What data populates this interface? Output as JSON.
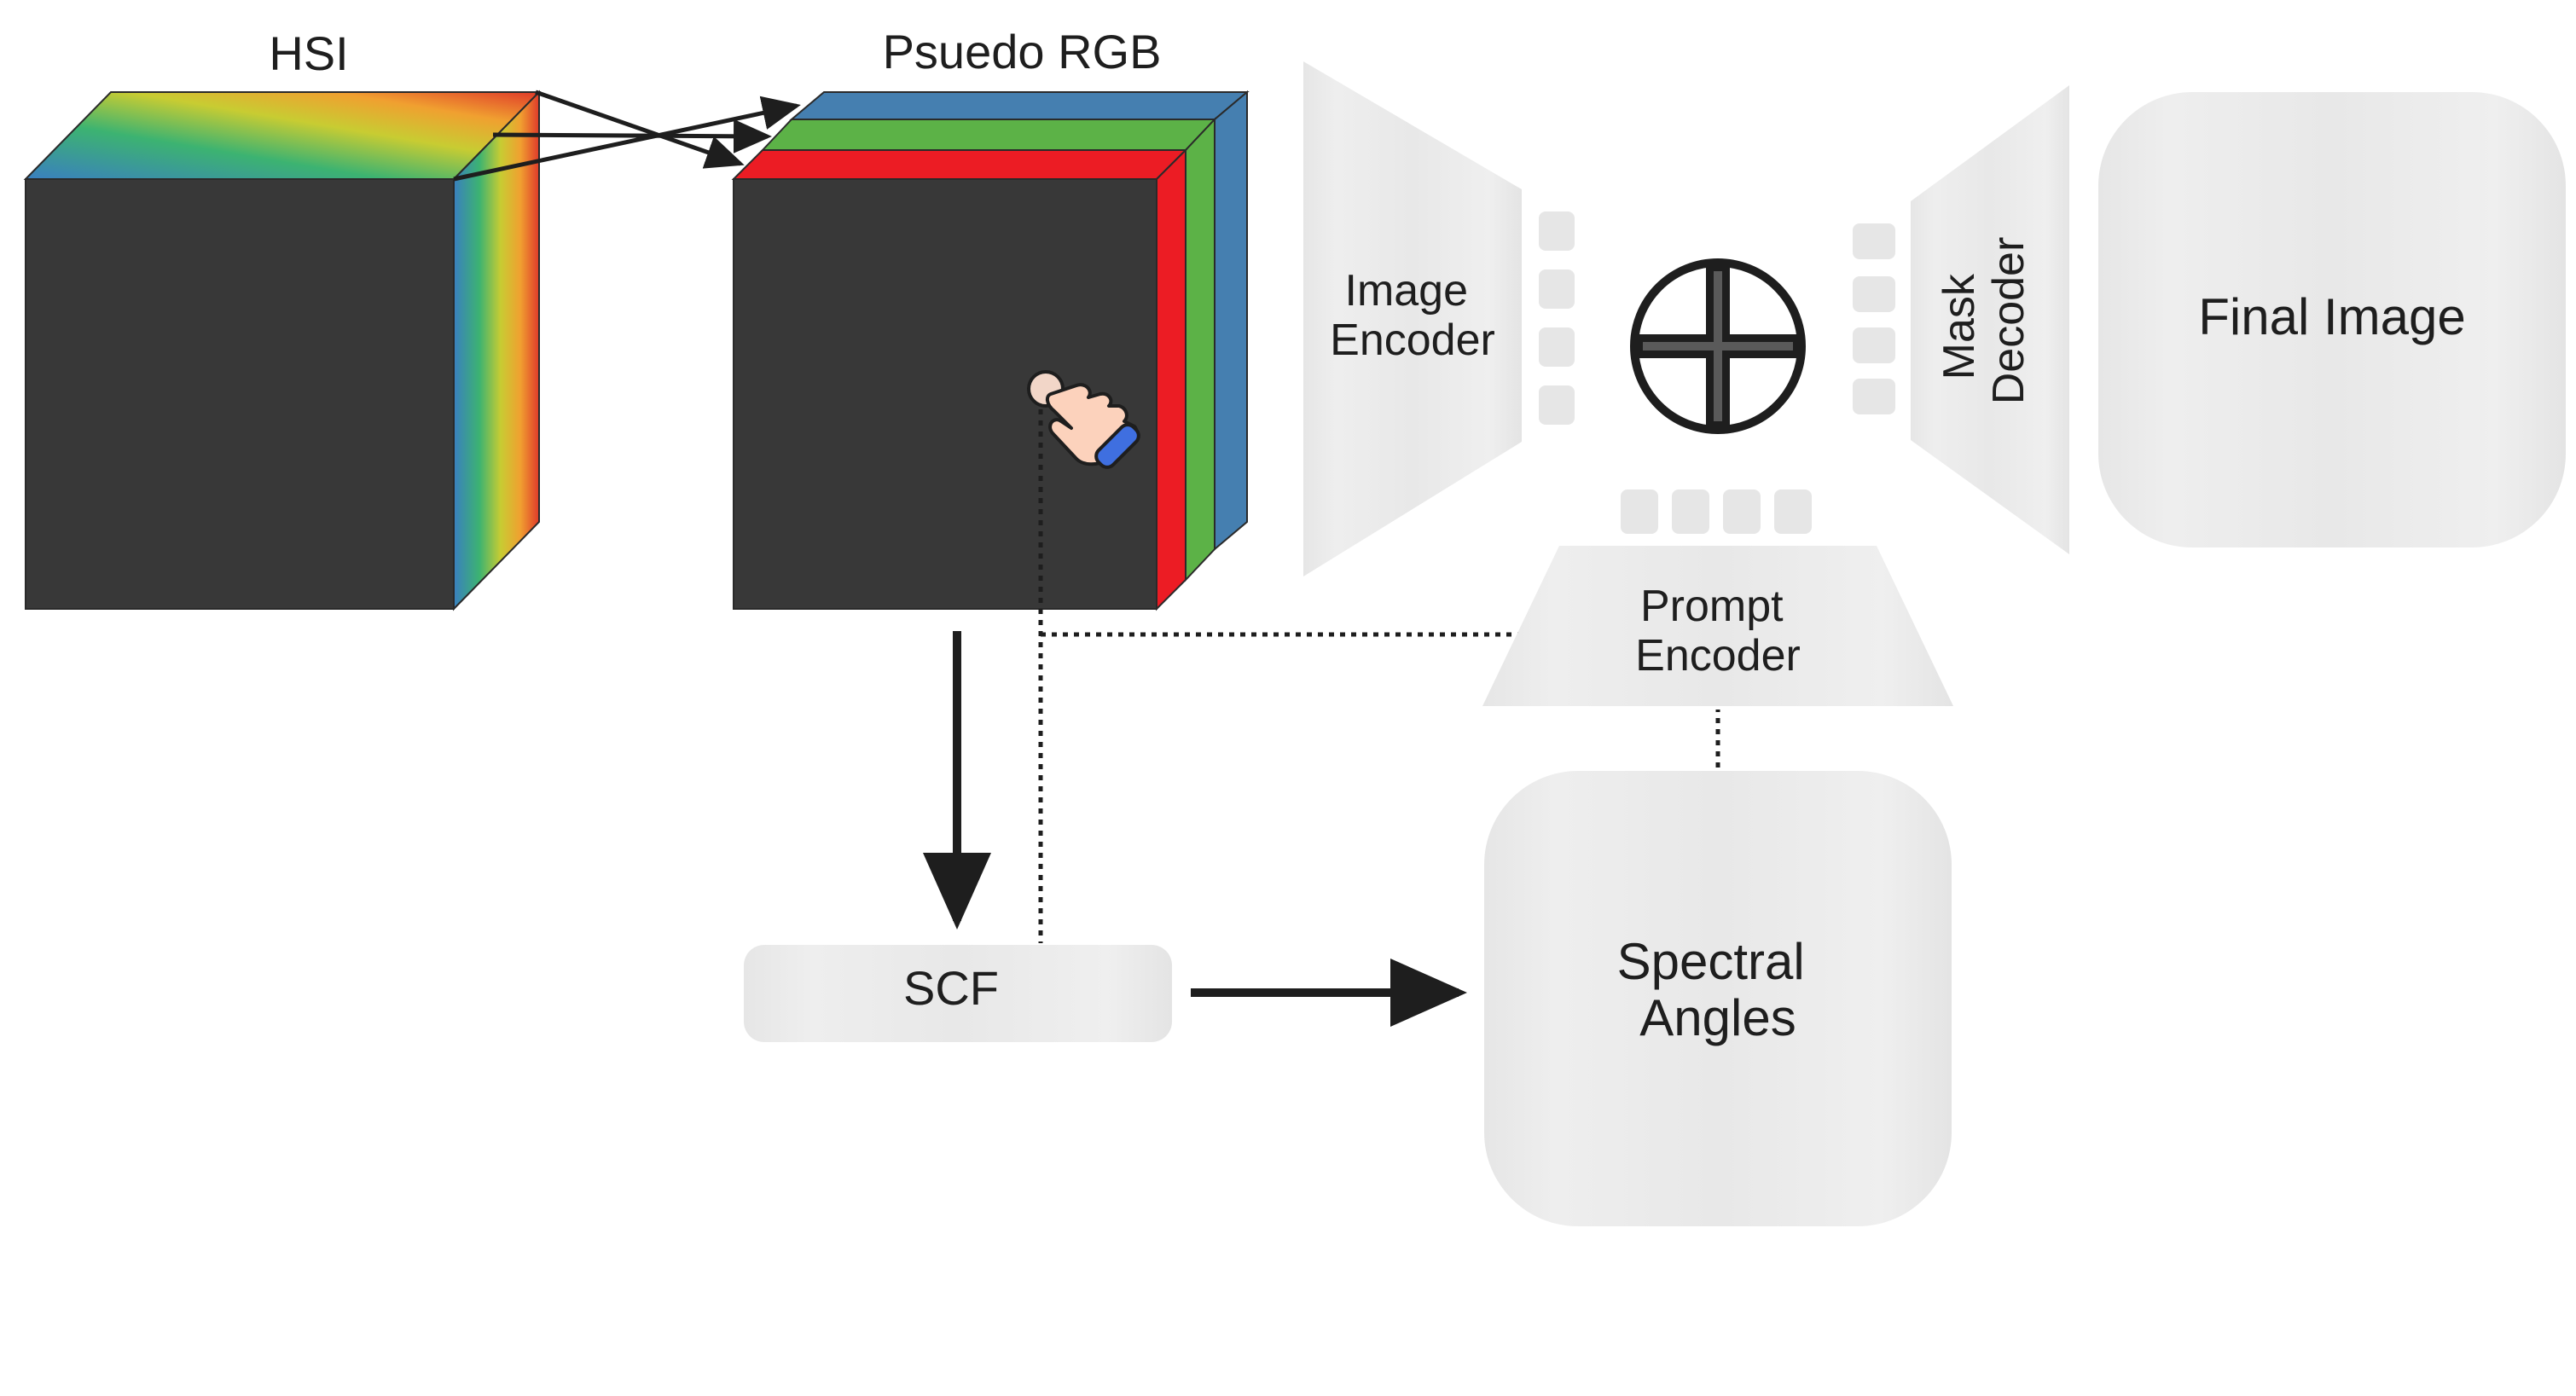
{
  "labels": {
    "hsi": "HSI",
    "pseudo_rgb": "Psuedo RGB",
    "image_encoder": [
      "Image",
      "Encoder"
    ],
    "mask_decoder": [
      "Mask",
      "Decoder"
    ],
    "final_image": "Final Image",
    "prompt_encoder": [
      "Prompt",
      "Encoder"
    ],
    "scf": "SCF",
    "spectral_angles": [
      "Spectral",
      "Angles"
    ]
  },
  "colors": {
    "cube_face": "#383838",
    "rgb_red": "#ec1c24",
    "rgb_green": "#5cb247",
    "rgb_blue": "#457fb0",
    "block_fill": "#ececec",
    "arrow": "#1e1e1e",
    "hand_skin": "#fcd2bc",
    "hand_cuff": "#3f6fe0"
  },
  "icons": [
    "oplus-icon",
    "pointer-hand-icon"
  ]
}
